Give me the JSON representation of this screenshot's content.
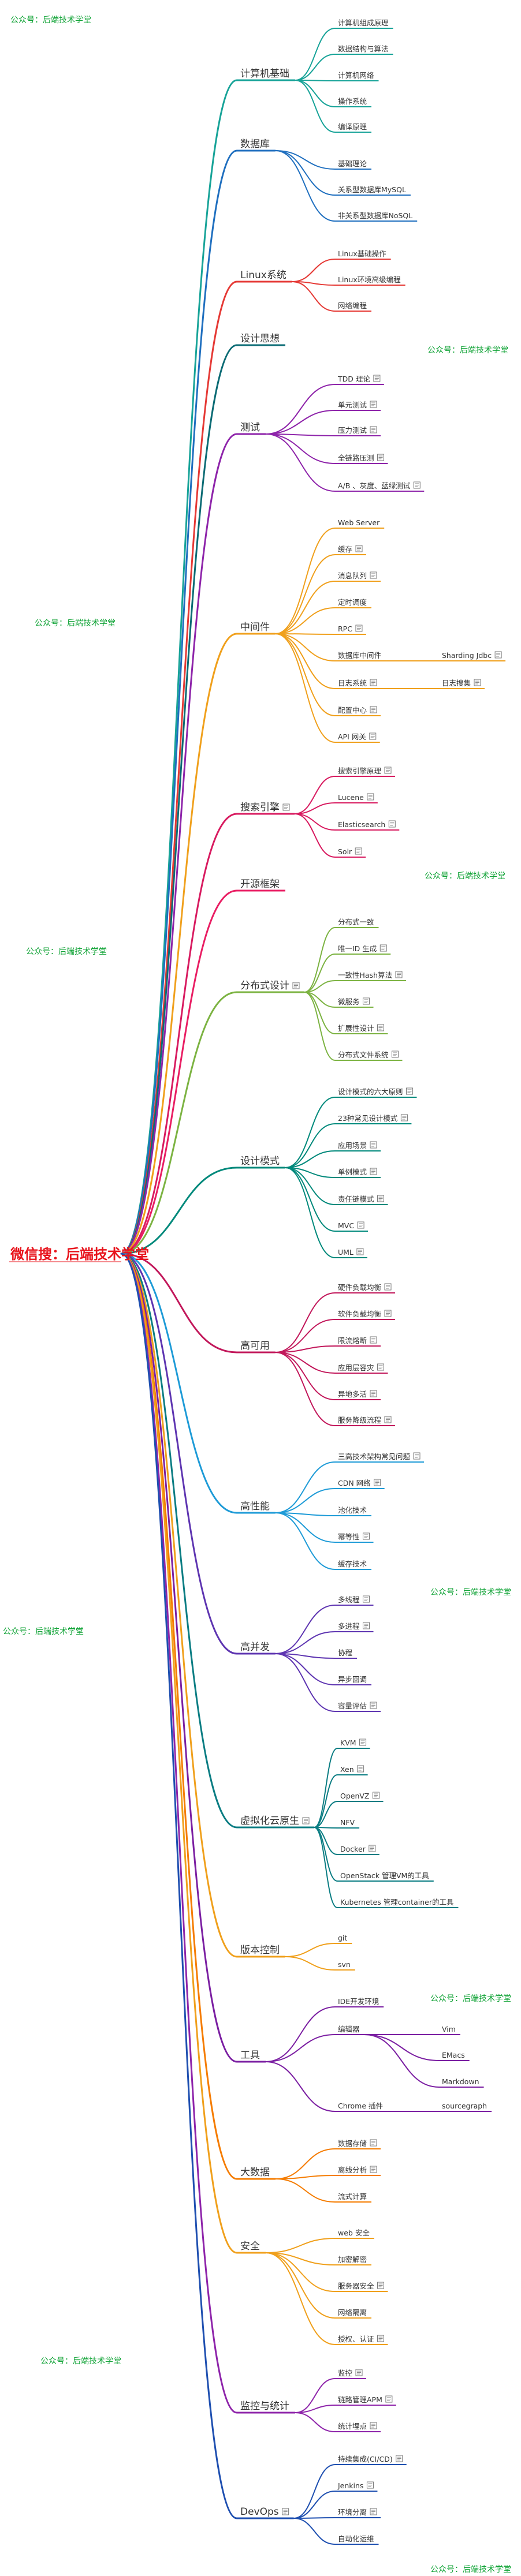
{
  "root": "微信搜：后端技术学堂",
  "watermark": "公众号：后端技术学堂",
  "branches": [
    {
      "label": "计算机基础",
      "color": "#17a398",
      "children": [
        {
          "label": "计算机组成原理"
        },
        {
          "label": "数据结构与算法"
        },
        {
          "label": "计算机网络"
        },
        {
          "label": "操作系统"
        },
        {
          "label": "编译原理"
        }
      ]
    },
    {
      "label": "数据库",
      "color": "#1f6fbf",
      "children": [
        {
          "label": "基础理论"
        },
        {
          "label": "关系型数据库MySQL"
        },
        {
          "label": "非关系型数据库NoSQL"
        }
      ]
    },
    {
      "label": "Linux系统",
      "color": "#e53935",
      "children": [
        {
          "label": "Linux基础操作"
        },
        {
          "label": "Linux环境高级编程"
        },
        {
          "label": "网络编程"
        }
      ]
    },
    {
      "label": "设计思想",
      "color": "#0b6b74",
      "children": []
    },
    {
      "label": "测试",
      "color": "#8e24aa",
      "children": [
        {
          "label": "TDD 理论",
          "note": true
        },
        {
          "label": "单元测试",
          "note": true
        },
        {
          "label": "压力测试",
          "note": true
        },
        {
          "label": "全链路压测",
          "note": true
        },
        {
          "label": "A/B 、灰度、蓝绿测试",
          "note": true
        }
      ]
    },
    {
      "label": "中间件",
      "color": "#f0a01c",
      "children": [
        {
          "label": "Web Server"
        },
        {
          "label": "缓存",
          "note": true
        },
        {
          "label": "消息队列",
          "note": true
        },
        {
          "label": "定时调度"
        },
        {
          "label": "RPC",
          "note": true
        },
        {
          "label": "数据库中间件",
          "children": [
            {
              "label": "Sharding Jdbc",
              "note": true
            }
          ]
        },
        {
          "label": "日志系统",
          "note": true,
          "children": [
            {
              "label": "日志搜集",
              "note": true
            }
          ]
        },
        {
          "label": "配置中心",
          "note": true
        },
        {
          "label": "API 网关",
          "note": true
        }
      ]
    },
    {
      "label": "搜索引擎",
      "color": "#d81b60",
      "note": true,
      "children": [
        {
          "label": "搜索引擎原理",
          "note": true
        },
        {
          "label": "Lucene",
          "note": true
        },
        {
          "label": "Elasticsearch",
          "note": true
        },
        {
          "label": "Solr",
          "note": true
        }
      ]
    },
    {
      "label": "开源框架",
      "color": "#e91e63",
      "children": []
    },
    {
      "label": "分布式设计",
      "color": "#7cb342",
      "note": true,
      "children": [
        {
          "label": "分布式一致"
        },
        {
          "label": "唯一ID 生成",
          "note": true
        },
        {
          "label": "一致性Hash算法",
          "note": true
        },
        {
          "label": "微服务",
          "note": true
        },
        {
          "label": "扩展性设计",
          "note": true
        },
        {
          "label": "分布式文件系统",
          "note": true
        }
      ]
    },
    {
      "label": "设计模式",
      "color": "#00897b",
      "children": [
        {
          "label": "设计模式的六大原则",
          "note": true
        },
        {
          "label": "23种常见设计模式",
          "note": true
        },
        {
          "label": "应用场景",
          "note": true
        },
        {
          "label": "单例模式",
          "note": true
        },
        {
          "label": "责任链模式",
          "note": true
        },
        {
          "label": "MVC",
          "note": true
        },
        {
          "label": "UML",
          "note": true
        }
      ]
    },
    {
      "label": "高可用",
      "color": "#c2185b",
      "children": [
        {
          "label": "硬件负载均衡",
          "note": true
        },
        {
          "label": "软件负载均衡",
          "note": true
        },
        {
          "label": "限流熔断",
          "note": true
        },
        {
          "label": "应用层容灾",
          "note": true
        },
        {
          "label": "异地多活",
          "note": true
        },
        {
          "label": "服务降级流程",
          "note": true
        }
      ]
    },
    {
      "label": "高性能",
      "color": "#1e9bd7",
      "children": [
        {
          "label": "三高技术架构常见问题",
          "note": true
        },
        {
          "label": "CDN 网络",
          "note": true
        },
        {
          "label": "池化技术"
        },
        {
          "label": "幂等性",
          "note": true
        },
        {
          "label": "缓存技术"
        }
      ]
    },
    {
      "label": "高并发",
      "color": "#5e35b1",
      "children": [
        {
          "label": "多线程",
          "note": true
        },
        {
          "label": "多进程",
          "note": true
        },
        {
          "label": "协程"
        },
        {
          "label": "异步回调"
        },
        {
          "label": "容量评估",
          "note": true
        }
      ]
    },
    {
      "label": "虚拟化云原生",
      "color": "#0b7d83",
      "note": true,
      "children": [
        {
          "label": "KVM",
          "note": true
        },
        {
          "label": "Xen",
          "note": true
        },
        {
          "label": "OpenVZ",
          "note": true
        },
        {
          "label": "NFV"
        },
        {
          "label": "Docker",
          "note": true
        },
        {
          "label": "OpenStack 管理VM的工具"
        },
        {
          "label": "Kubernetes 管理container的工具"
        }
      ]
    },
    {
      "label": "版本控制",
      "color": "#f0a01c",
      "children": [
        {
          "label": "git"
        },
        {
          "label": "svn"
        }
      ]
    },
    {
      "label": "工具",
      "color": "#7b1fa2",
      "children": [
        {
          "label": "IDE开发环境"
        },
        {
          "label": "编辑器",
          "children": [
            {
              "label": "Vim"
            },
            {
              "label": "EMacs"
            },
            {
              "label": "Markdown"
            }
          ]
        },
        {
          "label": "Chrome 插件",
          "children": [
            {
              "label": "sourcegraph"
            }
          ]
        }
      ]
    },
    {
      "label": "大数据",
      "color": "#f57c00",
      "children": [
        {
          "label": "数据存储",
          "note": true
        },
        {
          "label": "离线分析",
          "note": true
        },
        {
          "label": "流式计算"
        }
      ]
    },
    {
      "label": "安全",
      "color": "#f0a01c",
      "children": [
        {
          "label": "web 安全"
        },
        {
          "label": "加密解密"
        },
        {
          "label": "服务器安全",
          "note": true
        },
        {
          "label": "网络隔离"
        },
        {
          "label": "授权、认证",
          "note": true
        }
      ]
    },
    {
      "label": "监控与统计",
      "color": "#8e24aa",
      "children": [
        {
          "label": "监控",
          "note": true
        },
        {
          "label": "链路管理APM",
          "note": true
        },
        {
          "label": "统计埋点",
          "note": true
        }
      ]
    },
    {
      "label": "DevOps",
      "color": "#1e4fb0",
      "note": true,
      "children": [
        {
          "label": "持续集成(CI/CD)",
          "note": true
        },
        {
          "label": "Jenkins",
          "note": true
        },
        {
          "label": "环境分离",
          "note": true
        },
        {
          "label": "自动化运维"
        }
      ]
    }
  ]
}
